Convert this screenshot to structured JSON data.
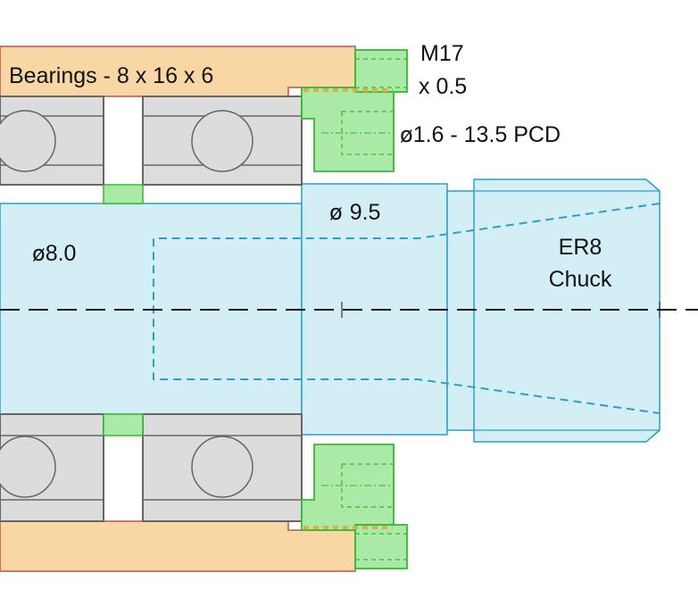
{
  "labels": {
    "bearings": "Bearings - 8 x 16 x 6",
    "thread_line1": "M17",
    "thread_line2": "x 0.5",
    "pcd": "1.6 - 13.5 PCD",
    "dia_shaft": "8.0",
    "dia_collar": "9.5",
    "chuck_line1": "ER8",
    "chuck_line2": "Chuck",
    "diameter_symbol": "ø"
  },
  "colors": {
    "housing_fill": "#f9d7a5",
    "housing_stroke": "#c0504d",
    "bearing_fill": "#dcdcdc",
    "bearing_stroke": "#666666",
    "green_fill": "#aaeaa6",
    "green_stroke": "#33bb33",
    "spindle_fill": "#d4eef6",
    "spindle_stroke": "#2aa0c8",
    "thread_dash": "#e6a84c",
    "centerline": "#111111"
  }
}
